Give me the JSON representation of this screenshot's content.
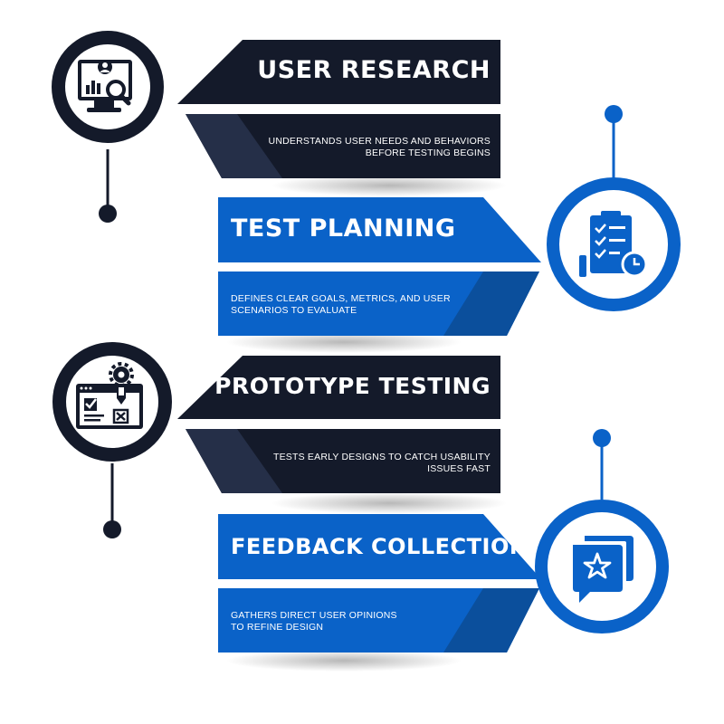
{
  "colors": {
    "navy": "#141a2a",
    "navy_accent": "#252f48",
    "blue": "#0a62c8",
    "blue_accent": "#0b4f9c"
  },
  "steps": [
    {
      "title": "USER RESEARCH",
      "line1": "UNDERSTANDS USER NEEDS AND BEHAVIORS",
      "line2": "BEFORE TESTING BEGINS",
      "icon": "user-research-monitor-icon"
    },
    {
      "title": "TEST PLANNING",
      "line1": "DEFINES CLEAR GOALS, METRICS, AND USER",
      "line2": "SCENARIOS TO EVALUATE",
      "icon": "checklist-clock-icon"
    },
    {
      "title": "PROTOTYPE TESTING",
      "line1": "TESTS EARLY DESIGNS TO CATCH USABILITY",
      "line2": "ISSUES FAST",
      "icon": "prototype-design-icon"
    },
    {
      "title": "FEEDBACK COLLECTION",
      "line1": "GATHERS DIRECT USER OPINIONS",
      "line2": "TO REFINE DESIGN",
      "icon": "star-chat-icon"
    }
  ]
}
